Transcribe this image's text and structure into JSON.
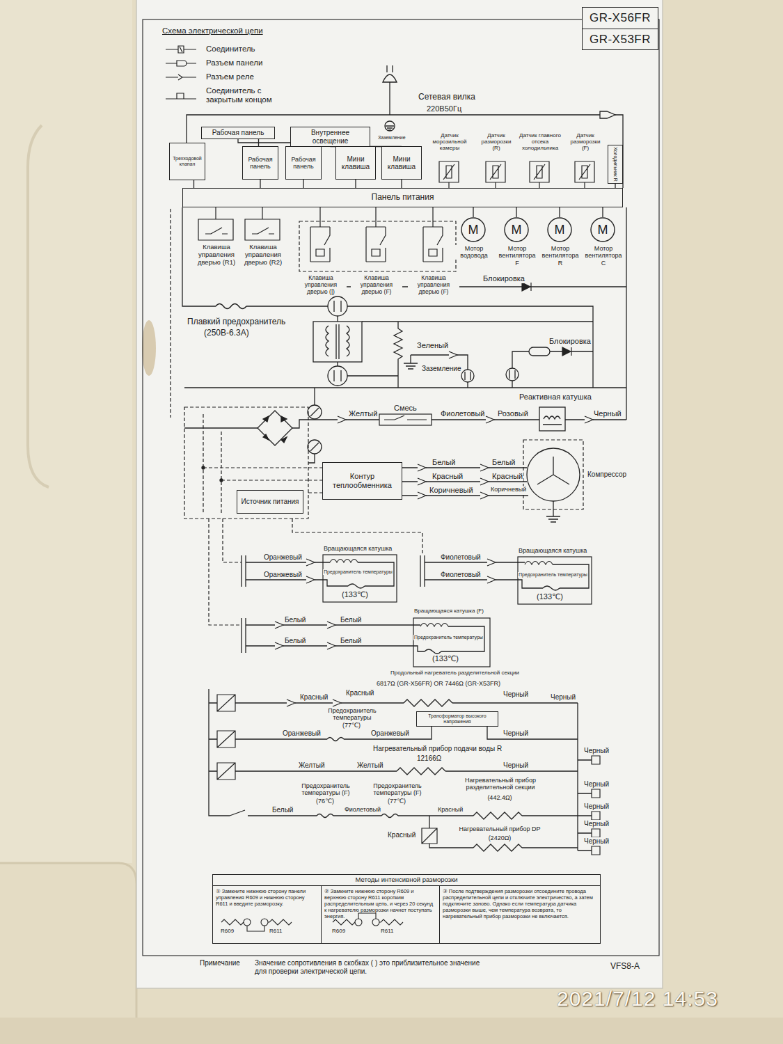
{
  "diagram": {
    "title": "Схема электрической цепи",
    "nodes": [
      {
        "text": [
          "GR-X56FR",
          "GR-X53FR"
        ]
      },
      {
        "text": [
          "Рабочая панель"
        ]
      },
      {
        "text": [
          "Внутреннее освещение"
        ]
      },
      {
        "text": [
          "Трехходовой клапан"
        ]
      },
      {
        "text": [
          "Рабочая панель"
        ]
      },
      {
        "text": [
          "Рабочая панель"
        ]
      },
      {
        "text": [
          "Мини клавиша"
        ]
      },
      {
        "text": [
          "Мини клавиша"
        ]
      },
      {
        "text": [
          "Холодильник R"
        ]
      },
      {
        "text": [
          "Панель питания"
        ]
      },
      {
        "text": [
          "M"
        ]
      },
      {
        "text": [
          "M"
        ]
      },
      {
        "text": [
          "M"
        ]
      },
      {
        "text": [
          "M"
        ]
      },
      {
        "text": [
          "Контур теплообменника"
        ]
      },
      {
        "text": [
          "Источник питания"
        ]
      },
      {
        "text": [
          "Трансформатор высокого напряжения"
        ]
      },
      {
        "text": [
          "Методы интенсивной разморозки",
          "① Замкните нижнюю сторону панели управления R609 и нижнюю сторону R611 и введите разморозку.",
          "② Замкните нижнюю сторону R609 и верхнюю сторону R611 коротким распределительным цепь, и через 20 секунд к нагревателю разморозки начнет поступать энергия.",
          "③ После подтверждения разморозки отсоедините провода распределительной цепи и отключите электричество, а затем подключите заново. Однако если температура датчика разморозки выше, чем температура возврата, то нагревательный прибор разморозки не включается."
        ]
      }
    ],
    "edges": [
      {
        "from": 1,
        "to": 4,
        "arrow": "none"
      },
      {
        "from": 1,
        "to": 5,
        "arrow": "none"
      },
      {
        "from": 2,
        "to": 6,
        "arrow": "none"
      },
      {
        "from": 2,
        "to": 7,
        "arrow": "none"
      },
      {
        "from": 3,
        "to": 9,
        "arrow": "none"
      },
      {
        "from": 4,
        "to": 9,
        "arrow": "none"
      },
      {
        "from": 5,
        "to": 9,
        "arrow": "none"
      },
      {
        "from": 6,
        "to": 9,
        "arrow": "none"
      },
      {
        "from": 7,
        "to": 9,
        "arrow": "none"
      },
      {
        "from": 8,
        "to": 9,
        "arrow": "none"
      },
      {
        "from": 9,
        "to": 10,
        "arrow": "none"
      },
      {
        "from": 9,
        "to": 11,
        "arrow": "none"
      },
      {
        "from": 9,
        "to": 12,
        "arrow": "none"
      },
      {
        "from": 9,
        "to": 13,
        "arrow": "none"
      }
    ],
    "labels": [
      "Сетевая вилка",
      "220В50Гц",
      "Заземление",
      "Датчик морозильной камеры",
      "Датчик разморозки (R)",
      "Датчик главного отсека холодильника",
      "Датчик разморозки (F)",
      "Клавиша управления дверью (R1)",
      "Клавиша управления дверью (R2)",
      "Клавиша управления дверью (|)",
      "Клавиша управления дверью (F)",
      "Клавиша управления дверью (F)",
      "Мотор водовода",
      "Мотор вентилятора F",
      "Мотор вентилятора R",
      "Мотор вентилятора C",
      "Блокировка",
      "Плавкий предохранитель",
      "(250В-6.3А)",
      "Зеленый",
      "Заземление",
      "Блокировка",
      "Реактивная катушка",
      "Желтый",
      "Смесь",
      "Фиолетовый",
      "Розовый",
      "Черный",
      "Белый",
      "Белый",
      "Красный",
      "Красный",
      "Коричневый",
      "Коричневый",
      "Компрессор",
      "Оранжевый",
      "Оранжевый",
      "Вращающаяся катушка",
      "Предохранитель температуры",
      "(133℃)",
      "Фиолетовый",
      "Фиолетовый",
      "Вращающаяся катушка",
      "Предохранитель температуры",
      "(133℃)",
      "Белый",
      "Белый",
      "Белый",
      "Белый",
      "Вращающаяся катушка (F)",
      "Предохранитель температуры",
      "(133℃)",
      "Продольный нагреватель разделительной секции",
      "6817Ω (GR-X56FR) OR 7446Ω (GR-X53FR)",
      "Красный",
      "Красный",
      "Черный",
      "Черный",
      "Предохранитель температуры",
      "(77℃)",
      "Оранжевый",
      "Оранжевый",
      "Черный",
      "Нагревательный прибор подачи воды R",
      "12166Ω",
      "Желтый",
      "Желтый",
      "Черный",
      "Черный",
      "Предохранитель температуры (F)",
      "(76℃)",
      "Белый",
      "Фиолетовый",
      "Предохранитель температуры (F)",
      "(77℃)",
      "Нагревательный прибор разделительной секции",
      "(442.4Ω)",
      "Черный",
      "Красный",
      "Черный",
      "Красный",
      "Нагревательный прибор DP",
      "(2420Ω)",
      "Черный",
      "Черный",
      "R609",
      "R611",
      "R609",
      "R611",
      "Примечание",
      "Значение сопротивления в скобках ( ) это приблизительное значение для проверки электрической цепи.",
      "VFS8-A",
      "2021/7/12 14:53"
    ],
    "legend": [
      {
        "text": "Соединитель"
      },
      {
        "text": "Разъем панели"
      },
      {
        "text": "Разъем реле"
      },
      {
        "text": "Соединитель с закрытым концом"
      }
    ]
  }
}
